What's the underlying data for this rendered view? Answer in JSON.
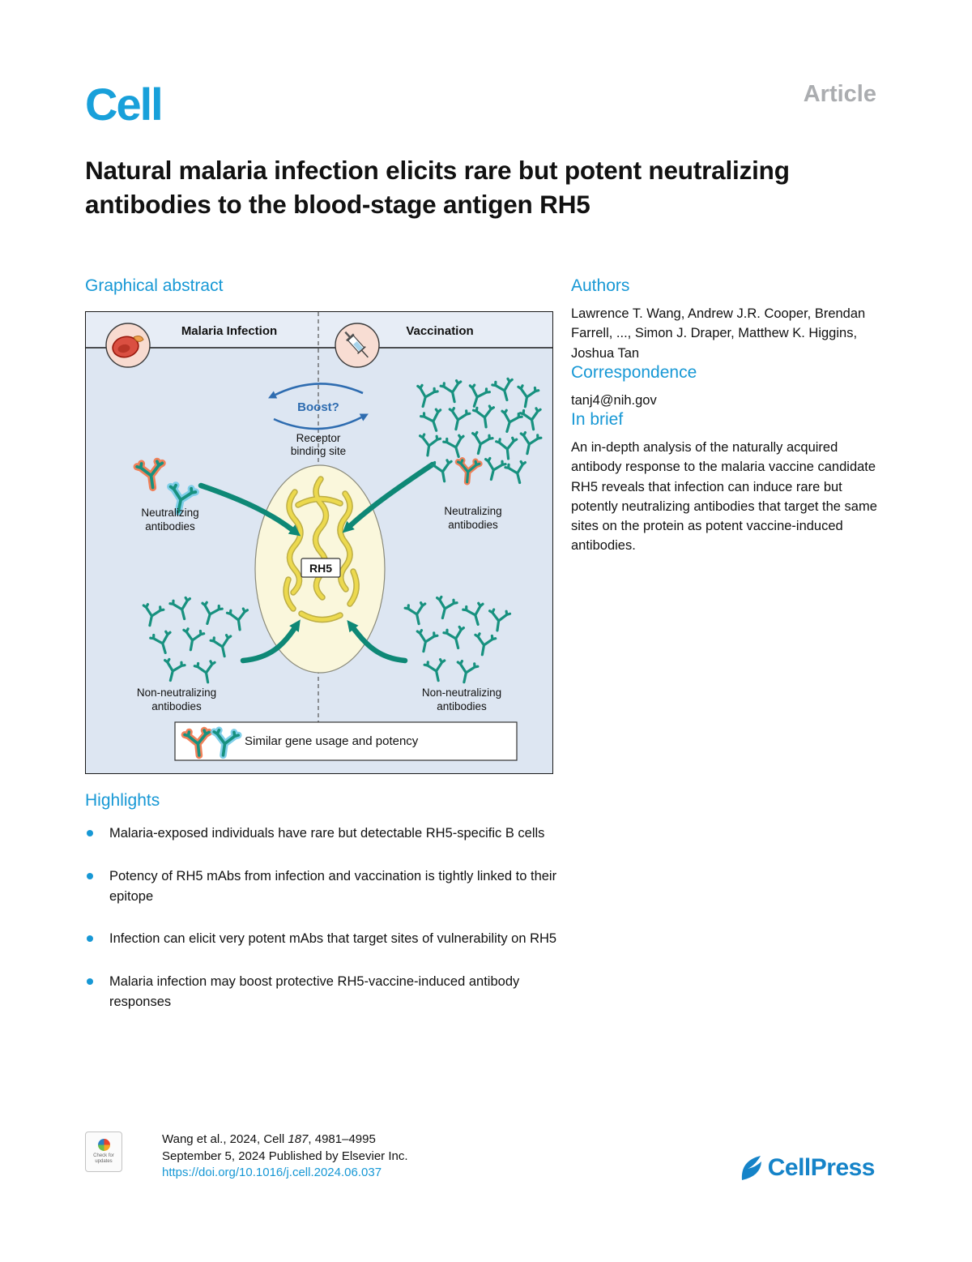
{
  "page": {
    "journal_logo": "Cell",
    "article_type": "Article",
    "title": "Natural malaria infection elicits rare but potent neutralizing antibodies to the blood-stage antigen RH5"
  },
  "graphical_abstract": {
    "heading": "Graphical abstract"
  },
  "figure": {
    "malaria_infection": "Malaria Infection",
    "vaccination": "Vaccination",
    "boost": "Boost?",
    "receptor_l1": "Receptor",
    "receptor_l2": "binding site",
    "neutralizing_l1": "Neutralizing",
    "neutralizing_l2": "antibodies",
    "non_neutralizing_l1": "Non-neutralizing",
    "non_neutralizing_l2": "antibodies",
    "rh5": "RH5",
    "similar": "Similar gene usage and potency"
  },
  "authors": {
    "heading": "Authors",
    "names": "Lawrence T. Wang, Andrew J.R. Cooper, Brendan Farrell, ..., Simon J. Draper, Matthew K. Higgins, Joshua Tan"
  },
  "correspondence": {
    "heading": "Correspondence",
    "email": "tanj4@nih.gov"
  },
  "in_brief": {
    "heading": "In brief",
    "text": "An in-depth analysis of the naturally acquired antibody response to the malaria vaccine candidate RH5 reveals that infection can induce rare but potently neutralizing antibodies that target the same sites on the protein as potent vaccine-induced antibodies."
  },
  "highlights": {
    "heading": "Highlights",
    "items": [
      "Malaria-exposed individuals have rare but detectable RH5-specific B cells",
      "Potency of RH5 mAbs from infection and vaccination is tightly linked to their epitope",
      "Infection can elicit very potent mAbs that target sites of vulnerability on RH5",
      "Malaria infection may boost protective RH5-vaccine-induced antibody responses"
    ]
  },
  "footer": {
    "citation_pre": "Wang et al., 2024, Cell ",
    "citation_volume": "187",
    "citation_post": ", 4981–4995",
    "published": "September 5, 2024 Published by Elsevier Inc.",
    "doi": "https://doi.org/10.1016/j.cell.2024.06.037",
    "publisher": "CellPress",
    "check_badge": "Check for updates"
  },
  "colors": {
    "accent_blue": "#1798d5",
    "article_gray": "#abadb0",
    "antibody_teal": "#17917f",
    "antibody_orange": "#f07a50",
    "boost_blue": "#2e6cb0"
  }
}
